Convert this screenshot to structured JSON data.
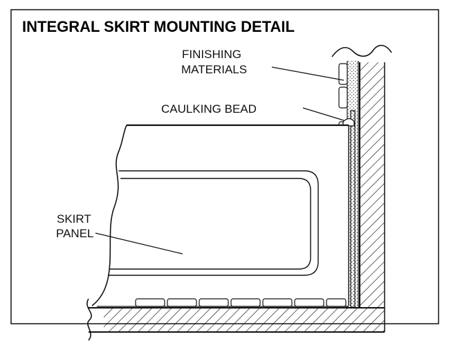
{
  "title": "INTEGRAL SKIRT MOUNTING DETAIL",
  "labels": {
    "finishing_line1": "FINISHING",
    "finishing_line2": "MATERIALS",
    "caulking": "CAULKING BEAD",
    "skirt_line1": "SKIRT",
    "skirt_line2": "PANEL"
  },
  "colors": {
    "ink": "#111111",
    "background": "#ffffff"
  }
}
